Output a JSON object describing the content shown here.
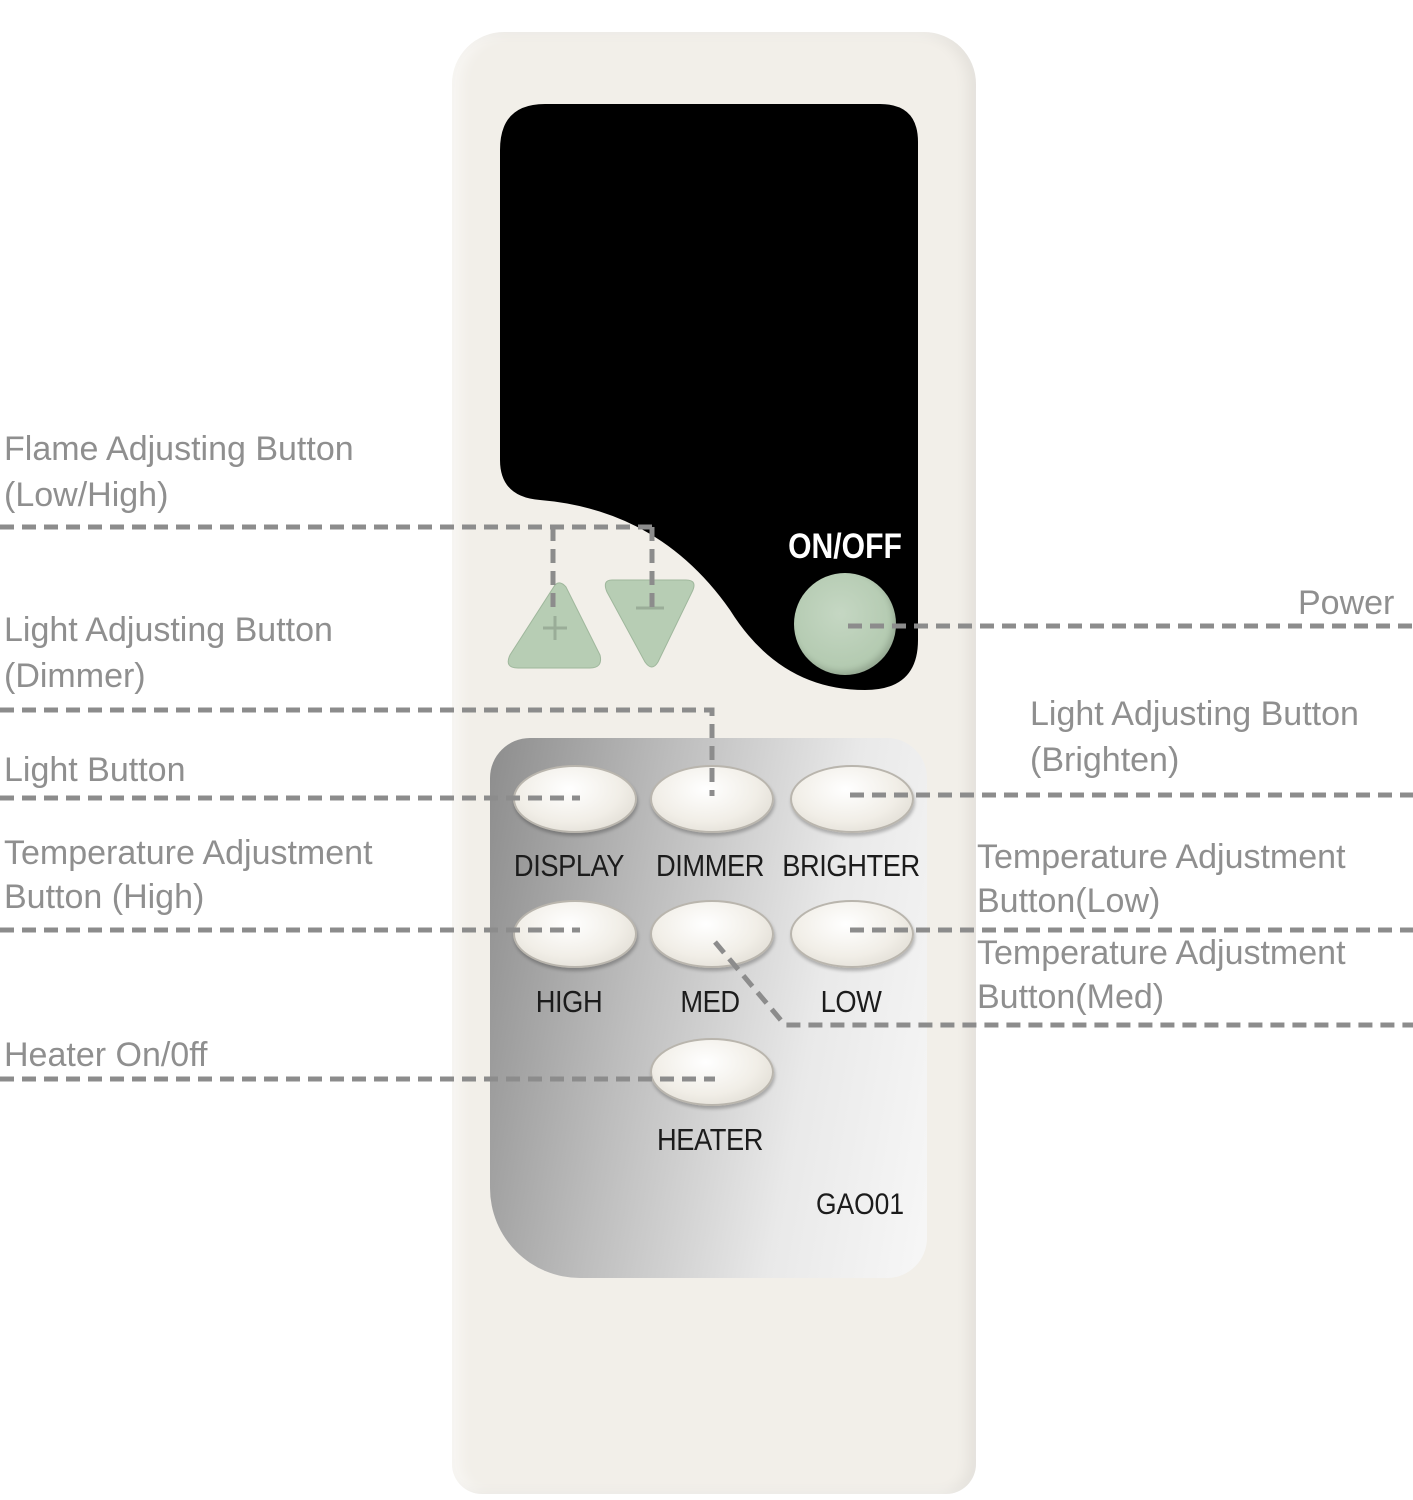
{
  "remote": {
    "power_label": "ON/OFF",
    "buttons": {
      "display": "DISPLAY",
      "dimmer": "DIMMER",
      "brighter": "BRIGHTER",
      "high": "HIGH",
      "med": "MED",
      "low": "LOW",
      "heater": "HEATER"
    },
    "model": "GAO01",
    "icons": {
      "flame_up": "up-triangle-plus-icon",
      "flame_down": "down-triangle-minus-icon"
    }
  },
  "callouts": {
    "flame": {
      "line1": "Flame Adjusting Button",
      "line2": "(Low/High)"
    },
    "dimmer": {
      "line1": "Light Adjusting Button",
      "line2": "(Dimmer)"
    },
    "light": {
      "line1": "Light Button"
    },
    "temp_high": {
      "line1": "Temperature Adjustment",
      "line2": "Button (High)"
    },
    "heater": {
      "line1": "Heater On/0ff"
    },
    "power": {
      "line1": "Power"
    },
    "brighten": {
      "line1": "Light Adjusting Button",
      "line2": "(Brighten)"
    },
    "temp_low": {
      "line1": "Temperature Adjustment",
      "line2": "Button(Low)"
    },
    "temp_med": {
      "line1": "Temperature Adjustment",
      "line2": "Button(Med)"
    }
  },
  "colors": {
    "button_green": "#b7cdb4",
    "callout_text": "#8f8f8f",
    "leader_line": "#8c8c8c",
    "remote_body": "#f2efe9"
  }
}
